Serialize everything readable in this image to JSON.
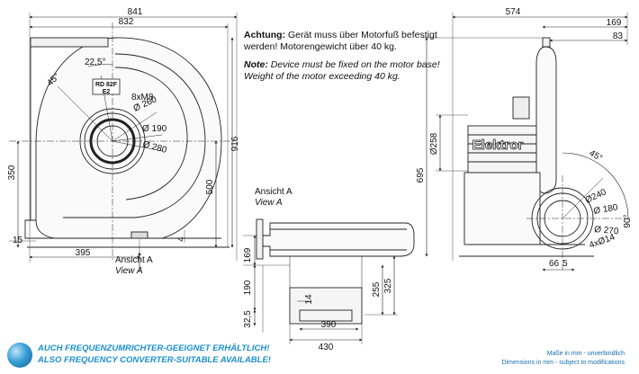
{
  "notes": {
    "de_label": "Achtung:",
    "de_text": "Gerät muss über Motorfuß befestigt werden! Motorengewicht über 40 kg.",
    "en_label": "Note:",
    "en_text": "Device must be fixed on the motor base! Weight of the motor exceeding 40 kg."
  },
  "views": {
    "view_a_top_de": "Ansicht A",
    "view_a_top_en": "View A",
    "view_a_front_de": "Ansicht A",
    "view_a_front_en": "View A"
  },
  "front_view": {
    "dim_841": "841",
    "dim_832": "832",
    "dim_916": "916",
    "dim_500": "500",
    "dim_350": "350",
    "dim_15": "15",
    "dim_395": "395",
    "dim_4": "4",
    "angle_22_5": "22,5°",
    "angle_45": "45°",
    "bolts": "8xM8",
    "dia_260": "Ø 260",
    "dia_190": "Ø 190",
    "dia_280": "Ø 280",
    "nameplate_model": "RD 82F",
    "nameplate_variant": "E2"
  },
  "side_view": {
    "dim_574": "574",
    "dim_169": "169",
    "dim_83": "83",
    "dim_258": "Ø258",
    "dim_695": "695",
    "angle_45": "45°",
    "angle_90": "90°",
    "dia_240": "Ø240",
    "dia_180": "Ø 180",
    "dia_270": "Ø 270",
    "holes": "4xØ14",
    "dim_66": "66",
    "dim_5": "5",
    "brand": "Elektror"
  },
  "top_view": {
    "dim_169": "169",
    "dim_190": "190",
    "dim_14": "14",
    "dim_32_5": "32,5",
    "dim_255": "255",
    "dim_325": "325",
    "dim_390": "390",
    "dim_430": "430"
  },
  "banner": {
    "de": "AUCH FREQUENZUMRICHTER-GEEIGNET ERHÄLTLICH!",
    "en": "ALSO FREQUENCY CONVERTER-SUITABLE AVAILABLE!"
  },
  "footnotes": {
    "de": "Maße in mm - unverbindlich",
    "en": "Dimensions in mm - subject to modifications"
  },
  "colors": {
    "line": "#222222",
    "accent": "#1a8fd0",
    "shade": "#f2f2f2"
  }
}
